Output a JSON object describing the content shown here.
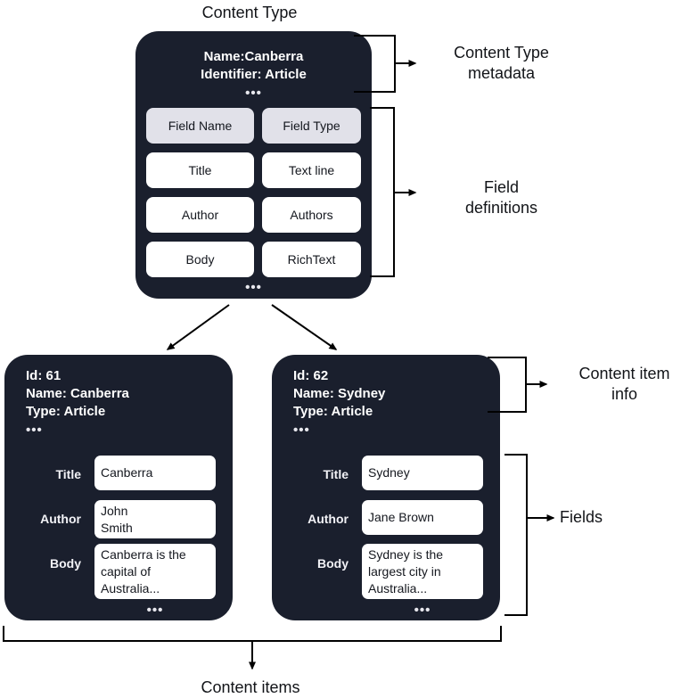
{
  "diagram": {
    "title": "Content Type",
    "bottom_label": "Content items"
  },
  "content_type": {
    "metadata_lines": "Name:Canberra\nIdentifier: Article",
    "ellipsis": "•••",
    "bottom_ellipsis": "•••",
    "table": {
      "headers": [
        "Field Name",
        "Field Type"
      ],
      "rows": [
        {
          "name": "Title",
          "type": "Text line"
        },
        {
          "name": "Author",
          "type": "Authors"
        },
        {
          "name": "Body",
          "type": "RichText"
        }
      ]
    }
  },
  "annotations": {
    "content_type_metadata": "Content Type\nmetadata",
    "field_definitions": "Field\ndefinitions",
    "content_item_info": "Content item\ninfo",
    "fields": "Fields"
  },
  "content_items": [
    {
      "info_lines": "Id: 61\nName: Canberra\nType: Article",
      "ellipsis": "•••",
      "bottom_ellipsis": "•••",
      "fields": [
        {
          "label": "Title",
          "value": "Canberra"
        },
        {
          "label": "Author",
          "value": "John\nSmith"
        },
        {
          "label": "Body",
          "value": "Canberra is the\ncapital of\nAustralia..."
        }
      ]
    },
    {
      "info_lines": "Id: 62\nName: Sydney\nType: Article",
      "ellipsis": "•••",
      "bottom_ellipsis": "•••",
      "fields": [
        {
          "label": "Title",
          "value": "Sydney"
        },
        {
          "label": "Author",
          "value": "Jane Brown"
        },
        {
          "label": "Body",
          "value": "Sydney is the\nlargest city in\nAustralia..."
        }
      ]
    }
  ],
  "colors": {
    "card_background": "#1a1f2d",
    "page_background": "#ffffff",
    "pill_header_background": "#e1e1e9",
    "pill_background": "#ffffff",
    "stroke": "#000000",
    "text_on_dark": "#ffffff"
  }
}
